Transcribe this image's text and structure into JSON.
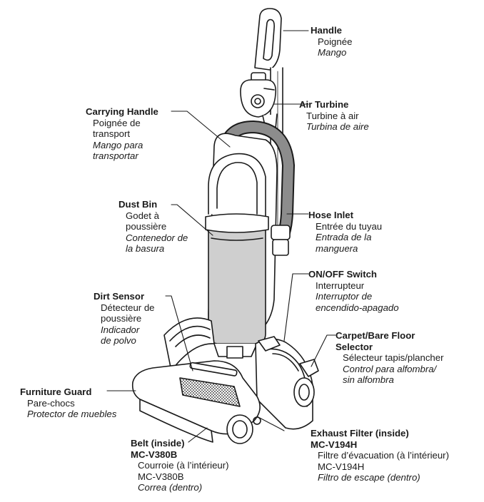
{
  "colors": {
    "line": "#1a1a1a",
    "hose_gray": "#8c8c8c",
    "bin_gray": "#cfcfcf",
    "body_fill": "#ffffff"
  },
  "labels": {
    "handle": {
      "en": "Handle",
      "fr": "Poignée",
      "es": "Mango"
    },
    "air_turbine": {
      "en": "Air Turbine",
      "fr": "Turbine à air",
      "es": "Turbina de aire"
    },
    "carrying_handle": {
      "en": "Carrying Handle",
      "fr1": "Poignée de",
      "fr2": "transport",
      "es1": "Mango para",
      "es2": "transportar"
    },
    "dust_bin": {
      "en": "Dust Bin",
      "fr1": "Godet à",
      "fr2": "poussière",
      "es1": "Contenedor de",
      "es2": "la basura"
    },
    "hose_inlet": {
      "en": "Hose Inlet",
      "fr": "Entrée du tuyau",
      "es1": "Entrada de la",
      "es2": "manguera"
    },
    "onoff_switch": {
      "en": "ON/OFF Switch",
      "fr": "Interrupteur",
      "es1": "Interruptor de",
      "es2": "encendido-apagado"
    },
    "dirt_sensor": {
      "en": "Dirt Sensor",
      "fr1": "Détecteur de",
      "fr2": "poussière",
      "es1": "Indicador",
      "es2": "de polvo"
    },
    "floor_selector": {
      "en1": "Carpet/Bare Floor",
      "en2": "Selector",
      "fr": "Sélecteur tapis/plancher",
      "es1": "Control para alfombra/",
      "es2": "sin alfombra"
    },
    "furniture_guard": {
      "en": "Furniture Guard",
      "fr": "Pare-chocs",
      "es": "Protector de muebles"
    },
    "belt": {
      "en1": "Belt (inside)",
      "en2": "MC-V380B",
      "fr1": "Courroie (à l’intérieur)",
      "fr2": "MC-V380B",
      "es": "Correa (dentro)"
    },
    "exhaust_filter": {
      "en1": "Exhaust Filter (inside)",
      "en2": "MC-V194H",
      "fr1": "Filtre d’évacuation (à l’intérieur)",
      "fr2": "MC-V194H",
      "es": "Filtro de escape (dentro)"
    }
  }
}
